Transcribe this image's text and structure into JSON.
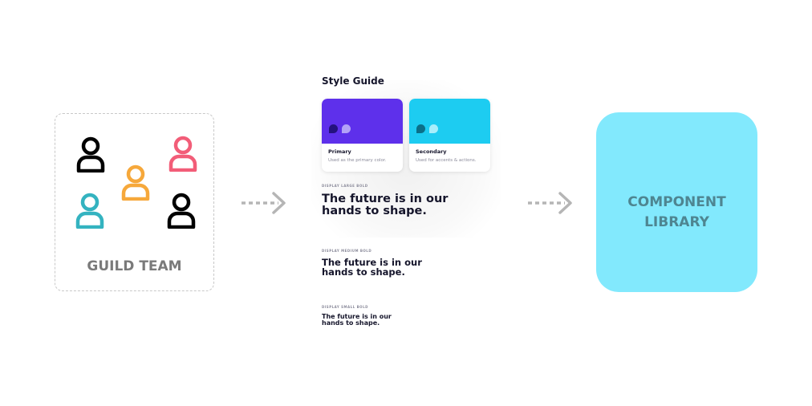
{
  "guild": {
    "label": "GUILD TEAM",
    "people": [
      {
        "icon": "person-icon",
        "color": "#000000"
      },
      {
        "icon": "person-icon",
        "color": "#f25d78"
      },
      {
        "icon": "person-icon",
        "color": "#f6a83b"
      },
      {
        "icon": "person-icon",
        "color": "#34b3c0"
      },
      {
        "icon": "person-icon",
        "color": "#000000"
      }
    ]
  },
  "arrows": {
    "icon": "dotted-arrow-right-icon",
    "color": "#b5b5b5"
  },
  "style_guide": {
    "title": "Style Guide",
    "cards": [
      {
        "name": "Primary",
        "desc": "Used as the primary color.",
        "color": "#5e30eb",
        "drop_dark": "#24127e",
        "drop_light": "#b3a2f7"
      },
      {
        "name": "Secondary",
        "desc": "Used for accents & actions.",
        "color": "#1dccf1",
        "drop_dark": "#0b6f88",
        "drop_light": "#a8eefb"
      }
    ],
    "typography": [
      {
        "label": "DISPLAY LARGE BOLD",
        "sample": "The future is in our\nhands to shape."
      },
      {
        "label": "DISPLAY MEDIUM BOLD",
        "sample": "The future is in our\nhands to shape."
      },
      {
        "label": "DISPLAY SMALL BOLD",
        "sample": "The future is in our\nhands to shape."
      }
    ]
  },
  "library": {
    "label": "COMPONENT\nLIBRARY",
    "color": "#82e9fd"
  }
}
